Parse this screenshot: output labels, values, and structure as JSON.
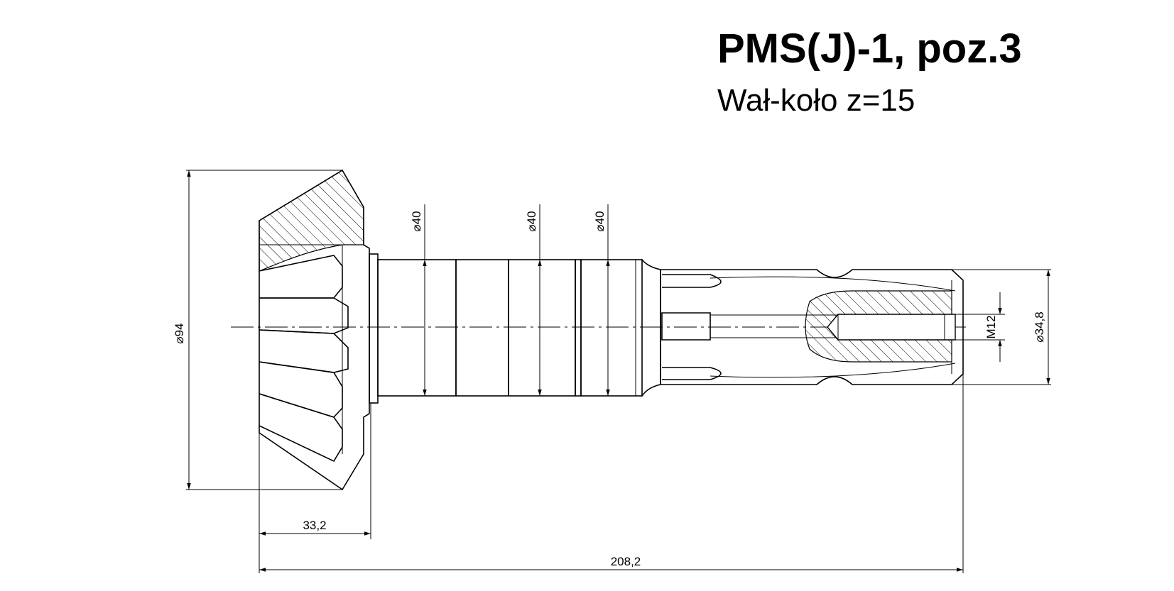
{
  "title": "PMS(J)-1, poz.3",
  "subtitle": "Wał-koło z=15",
  "dimensions": {
    "d94": "⌀94",
    "d40_a": "⌀40",
    "d40_b": "⌀40",
    "d40_c": "⌀40",
    "d34_8": "⌀34,8",
    "m12": "M12",
    "len_33_2": "33,2",
    "len_208_2": "208,2"
  }
}
